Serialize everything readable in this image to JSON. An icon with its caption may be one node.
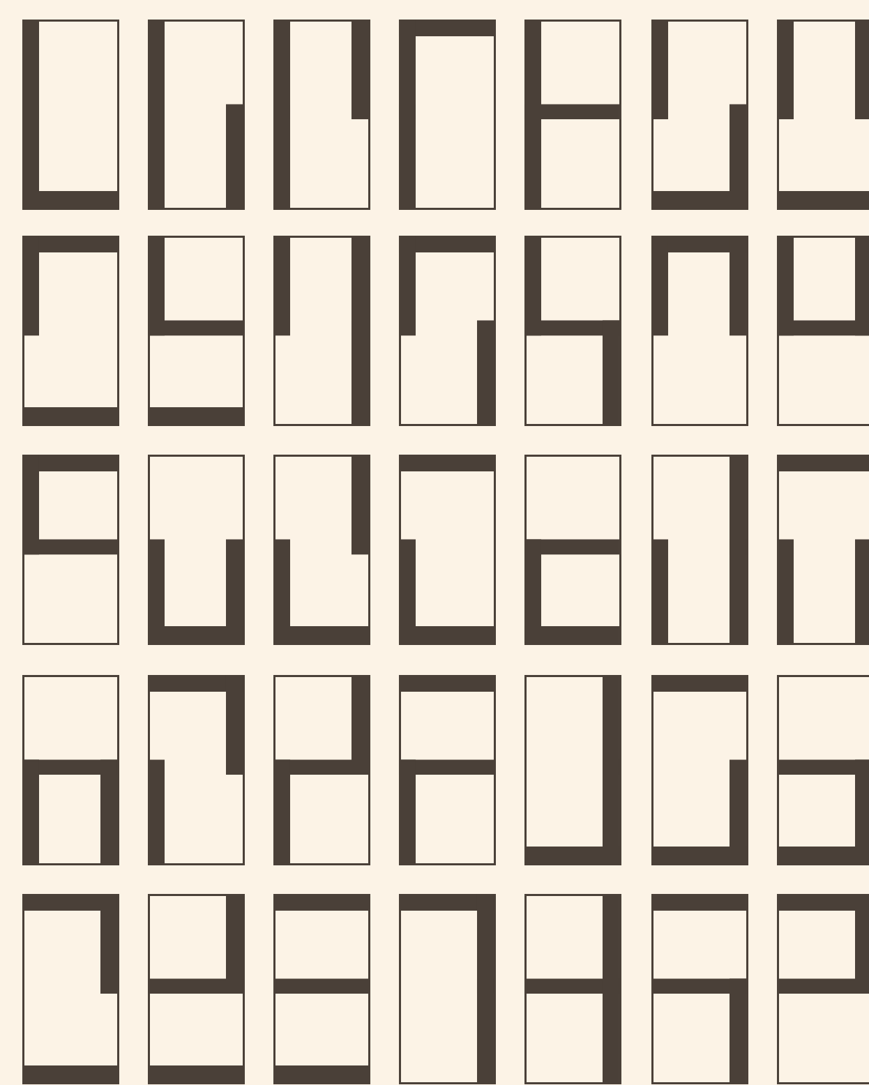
{
  "diagram": {
    "nodes": [
      {
        "text": [],
        "shape": "box"
      },
      {
        "text": [],
        "shape": "box"
      },
      {
        "text": [],
        "shape": "box"
      },
      {
        "text": [],
        "shape": "box"
      },
      {
        "text": [],
        "shape": "box"
      },
      {
        "text": [],
        "shape": "box"
      },
      {
        "text": [],
        "shape": "box"
      },
      {
        "text": [],
        "shape": "box"
      },
      {
        "text": [],
        "shape": "box"
      },
      {
        "text": [],
        "shape": "box"
      },
      {
        "text": [],
        "shape": "box"
      },
      {
        "text": [],
        "shape": "box"
      },
      {
        "text": [],
        "shape": "box"
      },
      {
        "text": [],
        "shape": "box"
      },
      {
        "text": [],
        "shape": "box"
      },
      {
        "text": [],
        "shape": "box"
      },
      {
        "text": [],
        "shape": "box"
      },
      {
        "text": [],
        "shape": "box"
      },
      {
        "text": [],
        "shape": "box"
      },
      {
        "text": [],
        "shape": "box"
      },
      {
        "text": [],
        "shape": "box"
      },
      {
        "text": [],
        "shape": "box"
      },
      {
        "text": [],
        "shape": "box"
      },
      {
        "text": [],
        "shape": "box"
      },
      {
        "text": [],
        "shape": "box"
      },
      {
        "text": [],
        "shape": "box"
      },
      {
        "text": [],
        "shape": "box"
      },
      {
        "text": [],
        "shape": "box"
      },
      {
        "text": [],
        "shape": "box"
      },
      {
        "text": [],
        "shape": "box"
      },
      {
        "text": [],
        "shape": "box"
      },
      {
        "text": [],
        "shape": "box"
      },
      {
        "text": [],
        "shape": "box"
      },
      {
        "text": [],
        "shape": "box"
      },
      {
        "text": [],
        "shape": "box"
      }
    ]
  }
}
